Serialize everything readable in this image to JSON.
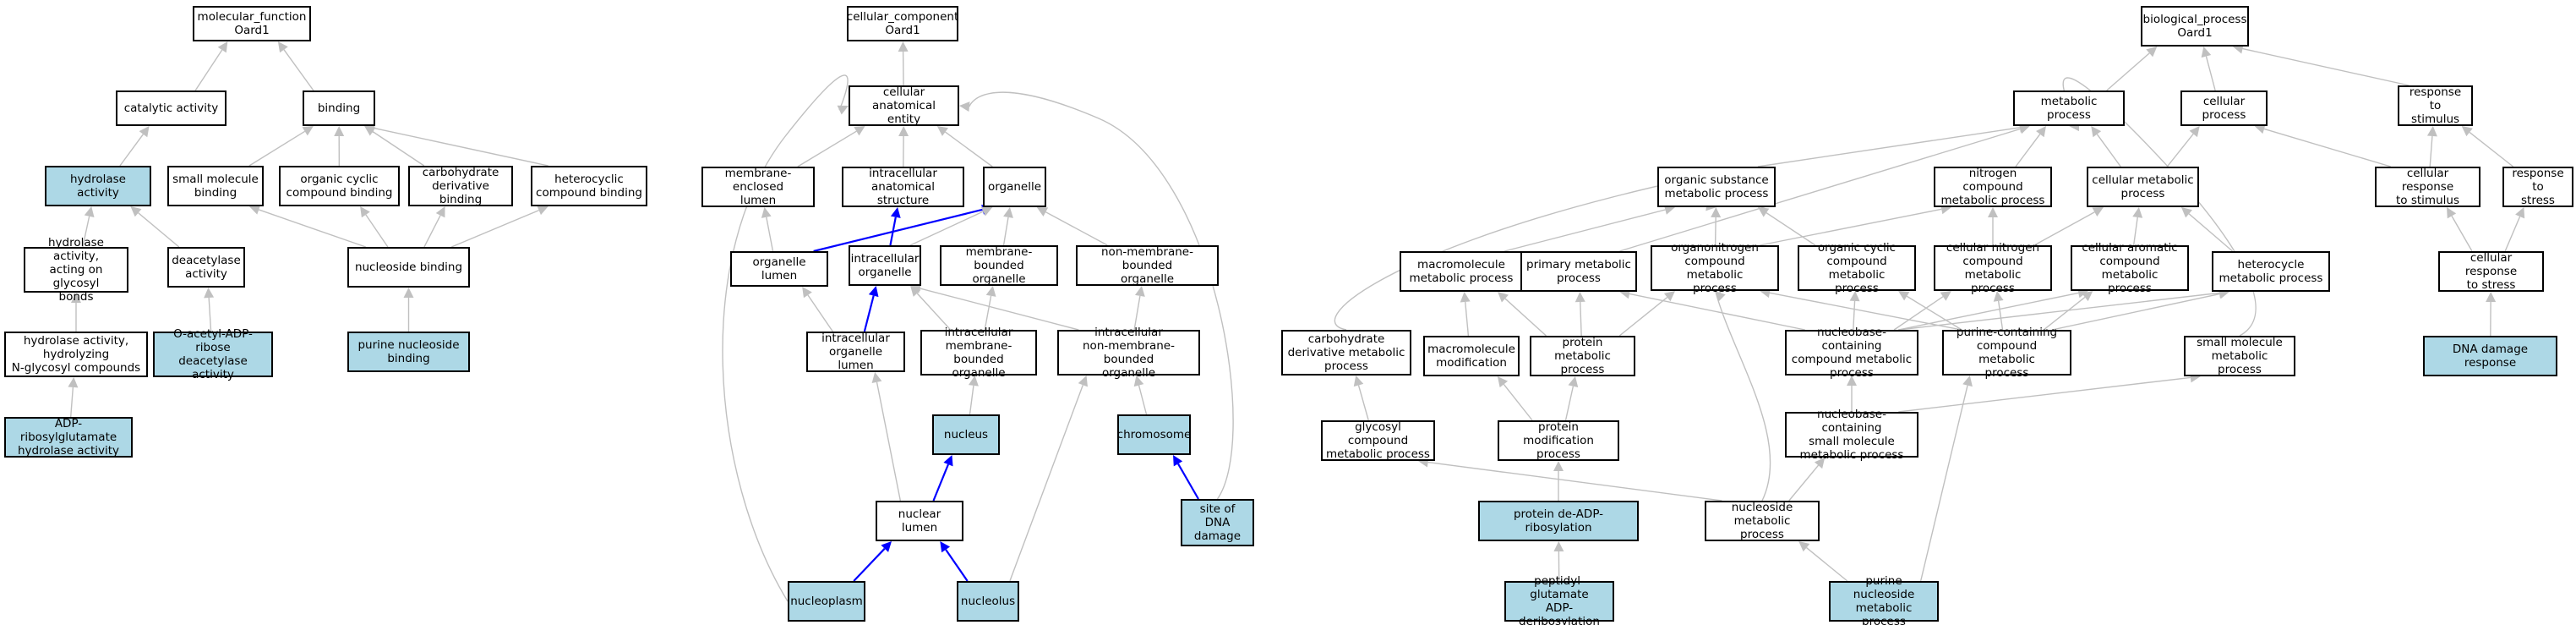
{
  "nodes": {
    "mf_root": "molecular_function\nOard1",
    "catalytic": "catalytic activity",
    "binding": "binding",
    "hydrolase": "hydrolase activity",
    "small_mol_binding": "small molecule\nbinding",
    "org_cyc_binding": "organic cyclic\ncompound binding",
    "carb_deriv_binding": "carbohydrate\nderivative binding",
    "heterocyclic_binding": "heterocyclic\ncompound binding",
    "hydrolase_glycosyl": "hydrolase activity,\nacting on glycosyl\nbonds",
    "deacetylase": "deacetylase\nactivity",
    "nucleoside_binding": "nucleoside binding",
    "hydrolase_nglycosyl": "hydrolase activity,\nhydrolyzing\nN-glycosyl compounds",
    "oacetyl": "O-acetyl-ADP-ribose\ndeacetylase\nactivity",
    "purine_nuc_binding": "purine nucleoside\nbinding",
    "adp_ribosylglutamate": "ADP-ribosylglutamate\nhydrolase activity",
    "cc_root": "cellular_component\nOard1",
    "cell_anat": "cellular anatomical\nentity",
    "membrane_enclosed": "membrane-enclosed\nlumen",
    "intracellular_anat": "intracellular\nanatomical structure",
    "organelle": "organelle",
    "organelle_lumen": "organelle lumen",
    "intracellular_org": "intracellular\norganelle",
    "membrane_bounded_org": "membrane-bounded\norganelle",
    "non_membrane_org": "non-membrane-bounded\norganelle",
    "intra_org_lumen": "intracellular\norganelle lumen",
    "intra_mem_bounded": "intracellular\nmembrane-bounded\norganelle",
    "intra_non_mem": "intracellular\nnon-membrane-bounded\norganelle",
    "nucleus": "nucleus",
    "chromosome": "chromosome",
    "nuclear_lumen": "nuclear lumen",
    "site_dna": "site of DNA\ndamage",
    "nucleoplasm": "nucleoplasm",
    "nucleolus": "nucleolus",
    "bp_root": "biological_process\nOard1",
    "metabolic": "metabolic process",
    "cellular_process": "cellular process",
    "response_stim": "response to\nstimulus",
    "org_subst_met": "organic substance\nmetabolic process",
    "nitrogen_met": "nitrogen compound\nmetabolic process",
    "cell_met": "cellular metabolic\nprocess",
    "cell_resp_stim": "cellular response\nto stimulus",
    "resp_stress": "response to\nstress",
    "macromol_met": "macromolecule\nmetabolic process",
    "primary_met": "primary metabolic\nprocess",
    "organonitrogen": "organonitrogen\ncompound metabolic\nprocess",
    "org_cyclic_met": "organic cyclic\ncompound metabolic\nprocess",
    "cell_nitrogen": "cellular nitrogen\ncompound metabolic\nprocess",
    "cell_aromatic": "cellular aromatic\ncompound metabolic\nprocess",
    "heterocycle_met": "heterocycle\nmetabolic process",
    "cell_resp_stress": "cellular response\nto stress",
    "carb_deriv_met": "carbohydrate\nderivative metabolic\nprocess",
    "macromol_mod": "macromolecule\nmodification",
    "protein_met": "protein metabolic\nprocess",
    "nucleobase_cont": "nucleobase-containing\ncompound metabolic\nprocess",
    "purine_cont": "purine-containing\ncompound metabolic\nprocess",
    "small_mol_met": "small molecule\nmetabolic process",
    "dna_damage_resp": "DNA damage response",
    "glycosyl_met": "glycosyl compound\nmetabolic process",
    "protein_mod": "protein modification\nprocess",
    "nucleobase_small": "nucleobase-containing\nsmall molecule\nmetabolic process",
    "nucleoside_met": "nucleoside metabolic\nprocess",
    "protein_deadp": "protein de-ADP-ribosylation",
    "peptidyl_glut": "peptidyl-glutamate\nADP-deribosylation",
    "purine_nucleoside_met": "purine nucleoside\nmetabolic process"
  },
  "highlighted": [
    "hydrolase",
    "oacetyl",
    "purine_nuc_binding",
    "adp_ribosylglutamate",
    "nucleus",
    "chromosome",
    "site_dna",
    "nucleoplasm",
    "nucleolus",
    "protein_deadp",
    "peptidyl_glut",
    "purine_nucleoside_met",
    "dna_damage_resp"
  ],
  "edges": [
    [
      "catalytic",
      "mf_root",
      "gray"
    ],
    [
      "binding",
      "mf_root",
      "gray"
    ],
    [
      "hydrolase",
      "catalytic",
      "gray"
    ],
    [
      "small_mol_binding",
      "binding",
      "gray"
    ],
    [
      "org_cyc_binding",
      "binding",
      "gray"
    ],
    [
      "carb_deriv_binding",
      "binding",
      "gray"
    ],
    [
      "heterocyclic_binding",
      "binding",
      "gray"
    ],
    [
      "hydrolase_glycosyl",
      "hydrolase",
      "gray"
    ],
    [
      "deacetylase",
      "hydrolase",
      "gray"
    ],
    [
      "nucleoside_binding",
      "small_mol_binding",
      "gray"
    ],
    [
      "nucleoside_binding",
      "org_cyc_binding",
      "gray"
    ],
    [
      "nucleoside_binding",
      "carb_deriv_binding",
      "gray"
    ],
    [
      "nucleoside_binding",
      "heterocyclic_binding",
      "gray"
    ],
    [
      "hydrolase_nglycosyl",
      "hydrolase_glycosyl",
      "gray"
    ],
    [
      "oacetyl",
      "deacetylase",
      "gray"
    ],
    [
      "purine_nuc_binding",
      "nucleoside_binding",
      "gray"
    ],
    [
      "adp_ribosylglutamate",
      "hydrolase_nglycosyl",
      "gray"
    ],
    [
      "cell_anat",
      "cc_root",
      "gray"
    ],
    [
      "membrane_enclosed",
      "cell_anat",
      "gray"
    ],
    [
      "intracellular_anat",
      "cell_anat",
      "gray"
    ],
    [
      "organelle",
      "cell_anat",
      "gray"
    ],
    [
      "organelle_lumen",
      "membrane_enclosed",
      "gray"
    ],
    [
      "organelle_lumen",
      "organelle",
      "blue"
    ],
    [
      "intracellular_org",
      "intracellular_anat",
      "blue"
    ],
    [
      "intracellular_org",
      "organelle",
      "gray"
    ],
    [
      "membrane_bounded_org",
      "organelle",
      "gray"
    ],
    [
      "non_membrane_org",
      "organelle",
      "gray"
    ],
    [
      "intra_org_lumen",
      "organelle_lumen",
      "gray"
    ],
    [
      "intra_org_lumen",
      "intracellular_org",
      "blue"
    ],
    [
      "intra_mem_bounded",
      "intracellular_org",
      "gray"
    ],
    [
      "intra_mem_bounded",
      "membrane_bounded_org",
      "gray"
    ],
    [
      "intra_non_mem",
      "intracellular_org",
      "gray"
    ],
    [
      "intra_non_mem",
      "non_membrane_org",
      "gray"
    ],
    [
      "nucleus",
      "intra_mem_bounded",
      "gray"
    ],
    [
      "chromosome",
      "intra_non_mem",
      "gray"
    ],
    [
      "nuclear_lumen",
      "nucleus",
      "blue"
    ],
    [
      "nuclear_lumen",
      "intra_org_lumen",
      "gray"
    ],
    [
      "site_dna",
      "chromosome",
      "blue"
    ],
    [
      "nucleoplasm",
      "nuclear_lumen",
      "blue"
    ],
    [
      "nucleolus",
      "nuclear_lumen",
      "blue"
    ],
    [
      "nucleolus",
      "intra_non_mem",
      "gray"
    ],
    [
      "nucleoplasm",
      "cell_anat",
      "gray",
      "c1"
    ],
    [
      "site_dna",
      "cell_anat",
      "gray",
      "c2"
    ],
    [
      "metabolic",
      "bp_root",
      "gray"
    ],
    [
      "cellular_process",
      "bp_root",
      "gray"
    ],
    [
      "response_stim",
      "bp_root",
      "gray"
    ],
    [
      "org_subst_met",
      "metabolic",
      "gray"
    ],
    [
      "nitrogen_met",
      "metabolic",
      "gray"
    ],
    [
      "cell_met",
      "metabolic",
      "gray"
    ],
    [
      "cell_met",
      "cellular_process",
      "gray"
    ],
    [
      "cell_resp_stim",
      "response_stim",
      "gray"
    ],
    [
      "cell_resp_stim",
      "cellular_process",
      "gray"
    ],
    [
      "resp_stress",
      "response_stim",
      "gray"
    ],
    [
      "macromol_met",
      "org_subst_met",
      "gray"
    ],
    [
      "primary_met",
      "metabolic",
      "gray"
    ],
    [
      "organonitrogen",
      "org_subst_met",
      "gray"
    ],
    [
      "organonitrogen",
      "nitrogen_met",
      "gray"
    ],
    [
      "org_cyclic_met",
      "org_subst_met",
      "gray"
    ],
    [
      "cell_nitrogen",
      "nitrogen_met",
      "gray"
    ],
    [
      "cell_nitrogen",
      "cell_met",
      "gray"
    ],
    [
      "cell_aromatic",
      "cell_met",
      "gray"
    ],
    [
      "heterocycle_met",
      "cell_met",
      "gray"
    ],
    [
      "cell_resp_stress",
      "cell_resp_stim",
      "gray"
    ],
    [
      "cell_resp_stress",
      "resp_stress",
      "gray"
    ],
    [
      "carb_deriv_met",
      "org_subst_met",
      "gray",
      "c3"
    ],
    [
      "macromol_mod",
      "macromol_met",
      "gray"
    ],
    [
      "protein_met",
      "primary_met",
      "gray"
    ],
    [
      "protein_met",
      "organonitrogen",
      "gray"
    ],
    [
      "protein_met",
      "macromol_met",
      "gray"
    ],
    [
      "nucleobase_cont",
      "org_cyclic_met",
      "gray"
    ],
    [
      "nucleobase_cont",
      "cell_nitrogen",
      "gray"
    ],
    [
      "nucleobase_cont",
      "cell_aromatic",
      "gray"
    ],
    [
      "nucleobase_cont",
      "heterocycle_met",
      "gray"
    ],
    [
      "nucleobase_cont",
      "primary_met",
      "gray"
    ],
    [
      "purine_cont",
      "org_cyclic_met",
      "gray"
    ],
    [
      "purine_cont",
      "cell_nitrogen",
      "gray"
    ],
    [
      "purine_cont",
      "cell_aromatic",
      "gray"
    ],
    [
      "purine_cont",
      "heterocycle_met",
      "gray"
    ],
    [
      "purine_cont",
      "organonitrogen",
      "gray"
    ],
    [
      "small_mol_met",
      "metabolic",
      "gray",
      "c4"
    ],
    [
      "dna_damage_resp",
      "cell_resp_stress",
      "gray"
    ],
    [
      "glycosyl_met",
      "carb_deriv_met",
      "gray"
    ],
    [
      "protein_mod",
      "macromol_mod",
      "gray"
    ],
    [
      "protein_mod",
      "protein_met",
      "gray"
    ],
    [
      "nucleobase_small",
      "nucleobase_cont",
      "gray"
    ],
    [
      "nucleobase_small",
      "small_mol_met",
      "gray"
    ],
    [
      "nucleoside_met",
      "nucleobase_small",
      "gray"
    ],
    [
      "nucleoside_met",
      "glycosyl_met",
      "gray"
    ],
    [
      "nucleoside_met",
      "organonitrogen",
      "gray",
      "c5"
    ],
    [
      "protein_deadp",
      "protein_mod",
      "gray"
    ],
    [
      "peptidyl_glut",
      "protein_deadp",
      "gray"
    ],
    [
      "purine_nucleoside_met",
      "nucleoside_met",
      "gray"
    ],
    [
      "purine_nucleoside_met",
      "purine_cont",
      "gray"
    ]
  ],
  "colors": {
    "highlight_fill": "#add8e6",
    "gray_edge": "#c0c0c0",
    "blue_edge": "#0000ff"
  }
}
